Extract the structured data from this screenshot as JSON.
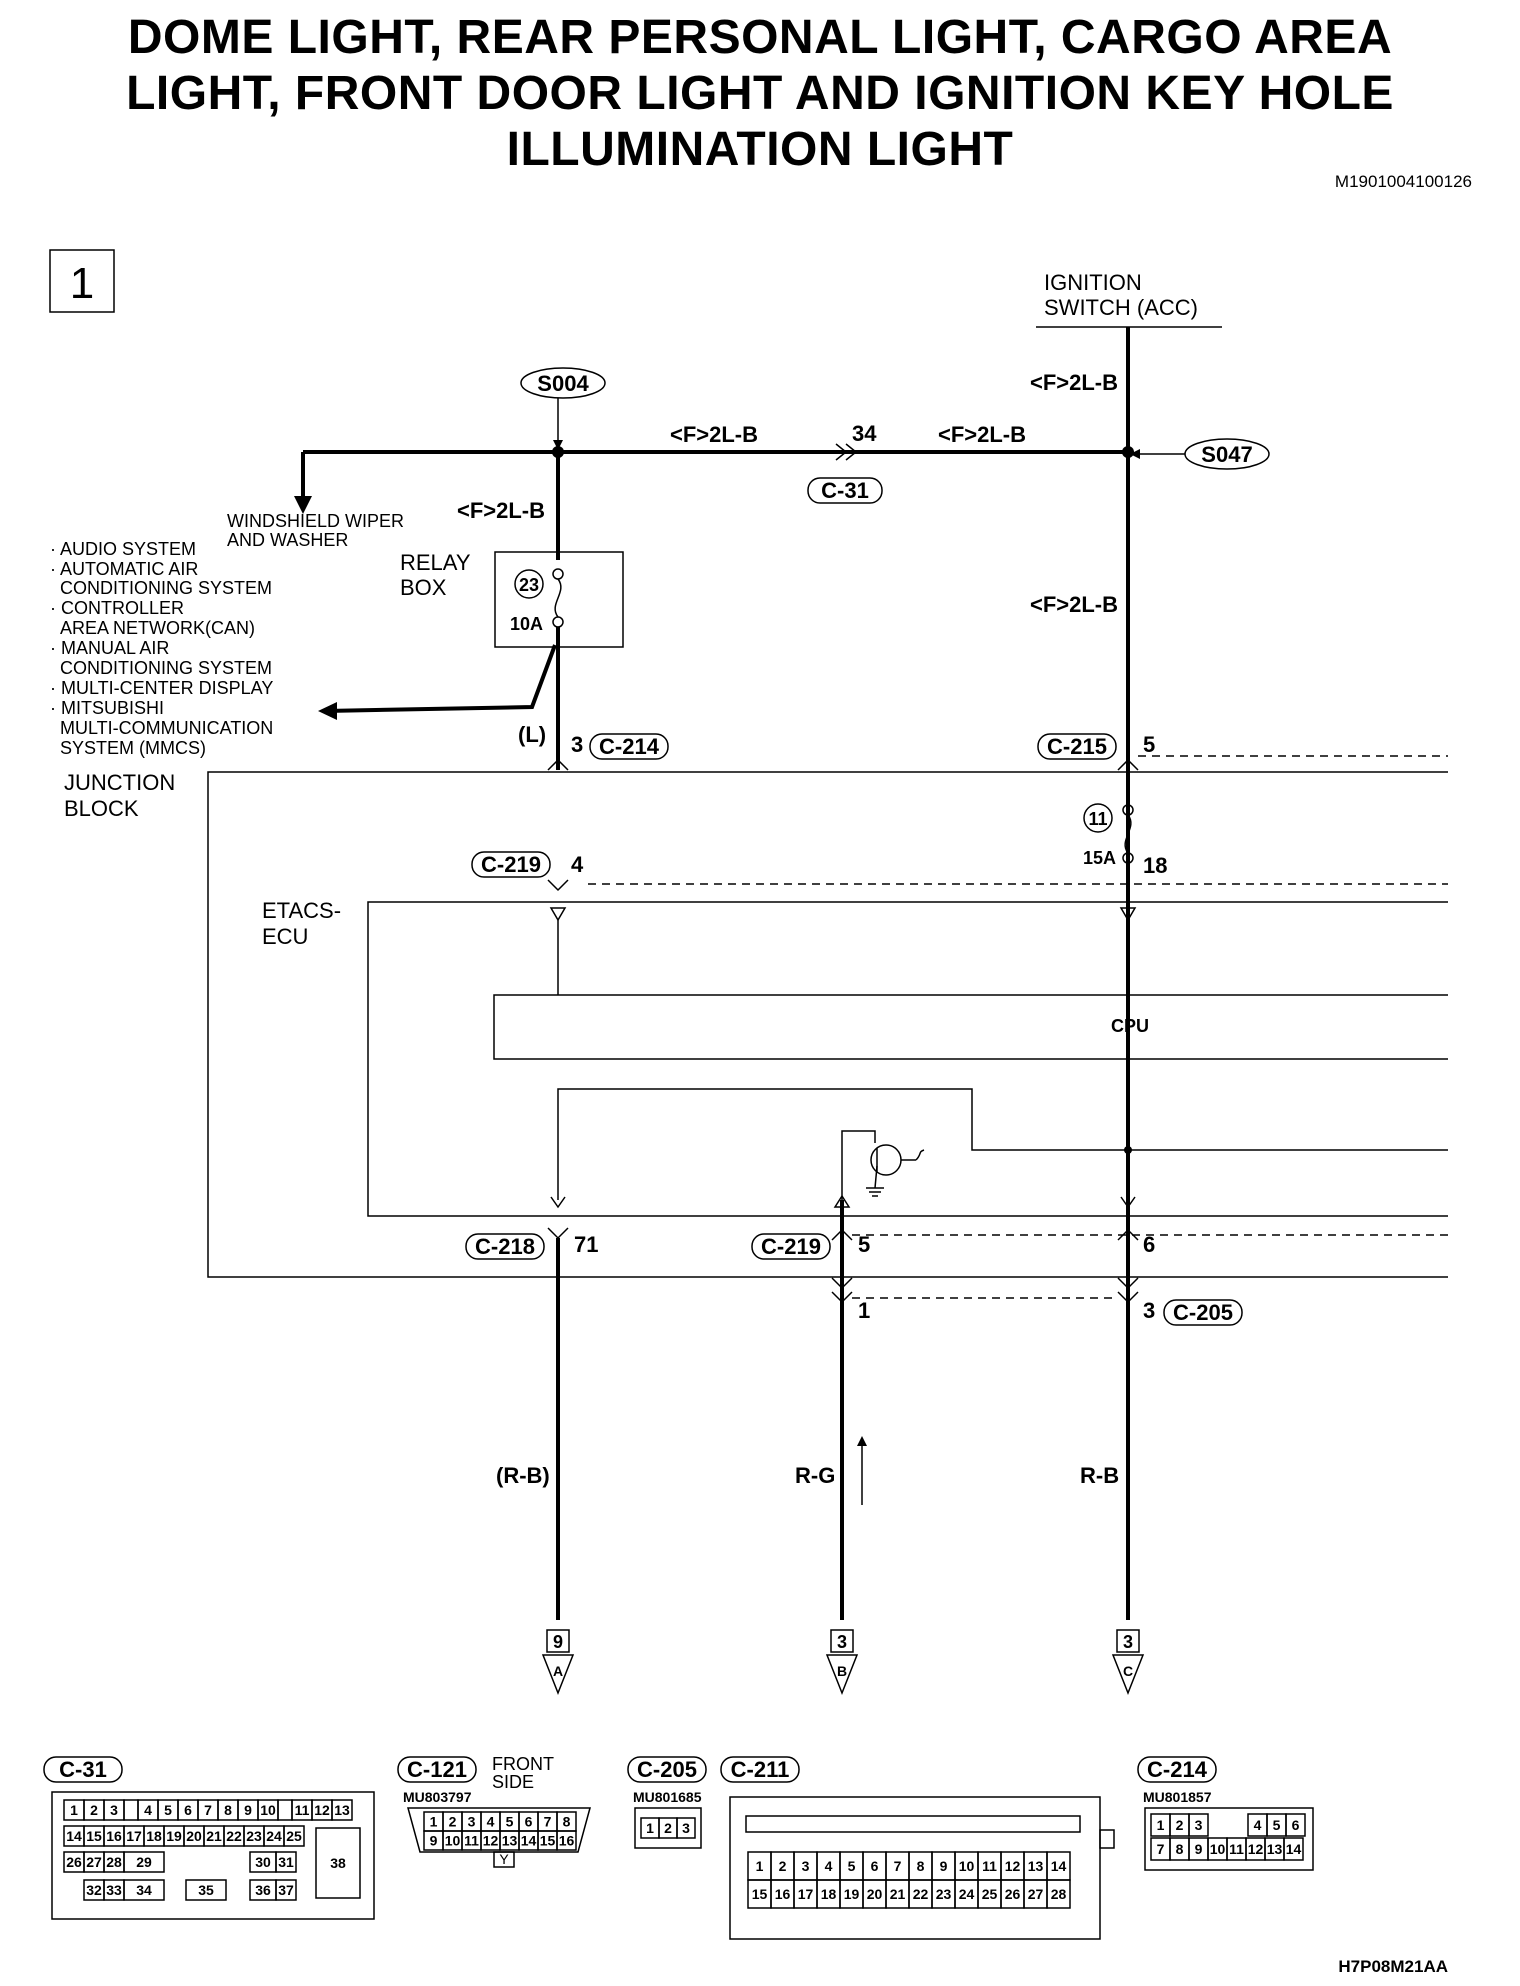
{
  "title": {
    "line1": "DOME LIGHT, REAR PERSONAL LIGHT, CARGO AREA",
    "line2": "LIGHT, FRONT DOOR LIGHT AND IGNITION KEY HOLE",
    "line3": "ILLUMINATION LIGHT"
  },
  "doc_id": "M1901004100126",
  "figure_code": "H7P08M21AA",
  "page_number": "1",
  "ignition": {
    "line1": "IGNITION",
    "line2": "SWITCH (ACC)"
  },
  "splices": {
    "s004": "S004",
    "s047": "S047"
  },
  "wires": {
    "f2lb": "<F>2L-B",
    "l": "(L)",
    "rb_paren": "(R-B)",
    "rg": "R-G",
    "rb": "R-B"
  },
  "relay_box": {
    "line1": "RELAY",
    "line2": "BOX",
    "fuse_no": "23",
    "fuse_amp": "10A"
  },
  "fuse11": {
    "no": "11",
    "amp": "15A"
  },
  "destinations": {
    "wiper_line1": "WINDSHIELD WIPER",
    "wiper_line2": "AND WASHER",
    "list": [
      "· AUDIO SYSTEM",
      "· AUTOMATIC AIR",
      "CONDITIONING SYSTEM",
      "· CONTROLLER",
      "AREA NETWORK(CAN)",
      "· MANUAL AIR",
      "CONDITIONING SYSTEM",
      "· MULTI-CENTER DISPLAY",
      "· MITSUBISHI",
      "MULTI-COMMUNICATION",
      "SYSTEM (MMCS)"
    ]
  },
  "junction_block": {
    "line1": "JUNCTION",
    "line2": "BLOCK"
  },
  "etacs": {
    "line1": "ETACS-",
    "line2": "ECU",
    "cpu": "CPU"
  },
  "connector_labels": {
    "c31": "C-31",
    "c214": "C-214",
    "c215": "C-215",
    "c219": "C-219",
    "c218": "C-218",
    "c205": "C-205",
    "c121": "C-121",
    "c211": "C-211"
  },
  "pins": {
    "c31_pin": "34",
    "c214_pin": "3",
    "c215_pin": "5",
    "c219_pin_a": "4",
    "fuse11_pin": "18",
    "c218_pin": "71",
    "c219_pin_b": "5",
    "c219_pin_c": "6",
    "c205_pin_a": "1",
    "c205_pin_b": "3"
  },
  "continuations": [
    {
      "page": "9",
      "letter": "A"
    },
    {
      "page": "3",
      "letter": "B"
    },
    {
      "page": "3",
      "letter": "C"
    }
  ],
  "connector_views": {
    "c121_front": "FRONT",
    "c121_side": "SIDE",
    "c121_part": "MU803797",
    "c121_y": "Y",
    "c205_part": "MU801685",
    "c214_part": "MU801857",
    "c31_rows": [
      [
        "1",
        "2",
        "3",
        "",
        "4",
        "5",
        "6",
        "7",
        "8",
        "9",
        "10",
        "",
        "11",
        "12",
        "13"
      ],
      [
        "14",
        "15",
        "16",
        "17",
        "18",
        "19",
        "20",
        "21",
        "22",
        "23",
        "24",
        "25"
      ],
      [
        "26",
        "27",
        "28",
        "29",
        "30",
        "31"
      ],
      [
        "32",
        "33",
        "34",
        "35",
        "36",
        "37"
      ]
    ],
    "c31_big": "38",
    "c121_row1": [
      "1",
      "2",
      "3",
      "4",
      "5",
      "6",
      "7",
      "8"
    ],
    "c121_row2": [
      "9",
      "10",
      "11",
      "12",
      "13",
      "14",
      "15",
      "16"
    ],
    "c205_row": [
      "1",
      "2",
      "3"
    ],
    "c211_row1": [
      "1",
      "2",
      "3",
      "4",
      "5",
      "6",
      "7",
      "8",
      "9",
      "10",
      "11",
      "12",
      "13",
      "14"
    ],
    "c211_row2": [
      "15",
      "16",
      "17",
      "18",
      "19",
      "20",
      "21",
      "22",
      "23",
      "24",
      "25",
      "26",
      "27",
      "28"
    ],
    "c214_row1": [
      "1",
      "2",
      "3",
      "4",
      "5",
      "6"
    ],
    "c214_row2": [
      "7",
      "8",
      "9",
      "10",
      "11",
      "12",
      "13",
      "14"
    ]
  }
}
